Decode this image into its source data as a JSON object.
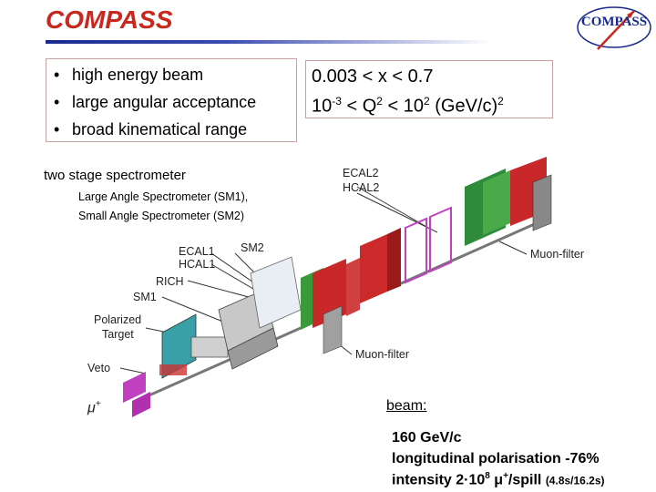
{
  "header": {
    "title": "COMPASS",
    "logo_text": "COMPASS"
  },
  "features": {
    "bullets": [
      "high energy beam",
      "large angular acceptance",
      "broad kinematical range"
    ],
    "kinematics": {
      "x_range": "0.003 < x < 0.7",
      "q2_a": "10",
      "q2_a_exp": "-3",
      "q2_b": " < Q",
      "q2_b_exp": "2",
      "q2_c": " < 10",
      "q2_c_exp": "2",
      "q2_d": " (GeV/c)",
      "q2_d_exp": "2"
    }
  },
  "spectrometer": {
    "heading": "two stage spectrometer",
    "items": [
      "Large Angle Spectrometer (SM1),",
      "Small Angle Spectrometer (SM2)"
    ]
  },
  "diagram_labels": {
    "ecal2": "ECAL2",
    "hcal2": "HCAL2",
    "sm2": "SM2",
    "ecal1": "ECAL1",
    "hcal1": "HCAL1",
    "rich": "RICH",
    "sm1": "SM1",
    "target_line1": "Polarized",
    "target_line2": "Target",
    "veto": "Veto",
    "muon_sym": "μ",
    "muon_sup": "+",
    "muon_filter_1": "Muon-filter",
    "muon_filter_2": "Muon-filter"
  },
  "beam": {
    "label": "beam:",
    "energy": "160 GeV/c",
    "polarisation": "longitudinal polarisation   -76%",
    "intensity_a": "intensity    2·10",
    "intensity_exp": "8",
    "intensity_b": " μ",
    "intensity_sup": "+",
    "intensity_c": "/spill ",
    "spill_note": "(4.8s/16.2s)"
  },
  "colors": {
    "title": "#c8281e",
    "rule": "#1a2a8c",
    "box_border": "#c9a0a0"
  }
}
